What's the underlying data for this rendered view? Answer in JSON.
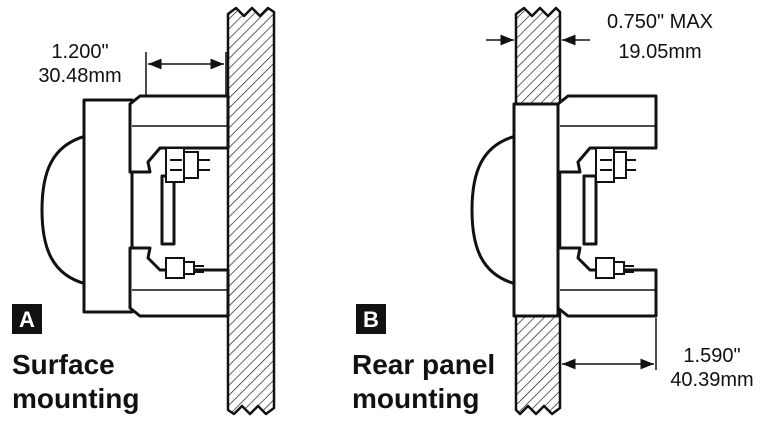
{
  "panel_a": {
    "badge": "A",
    "caption_line1": "Surface",
    "caption_line2": "mounting",
    "dimension_inches": "1.200\"",
    "dimension_mm": "30.48mm"
  },
  "panel_b": {
    "badge": "B",
    "caption_line1": "Rear panel",
    "caption_line2": "mounting",
    "thickness_inches": "0.750\" MAX",
    "thickness_mm": "19.05mm",
    "depth_inches": "1.590\"",
    "depth_mm": "40.39mm"
  }
}
